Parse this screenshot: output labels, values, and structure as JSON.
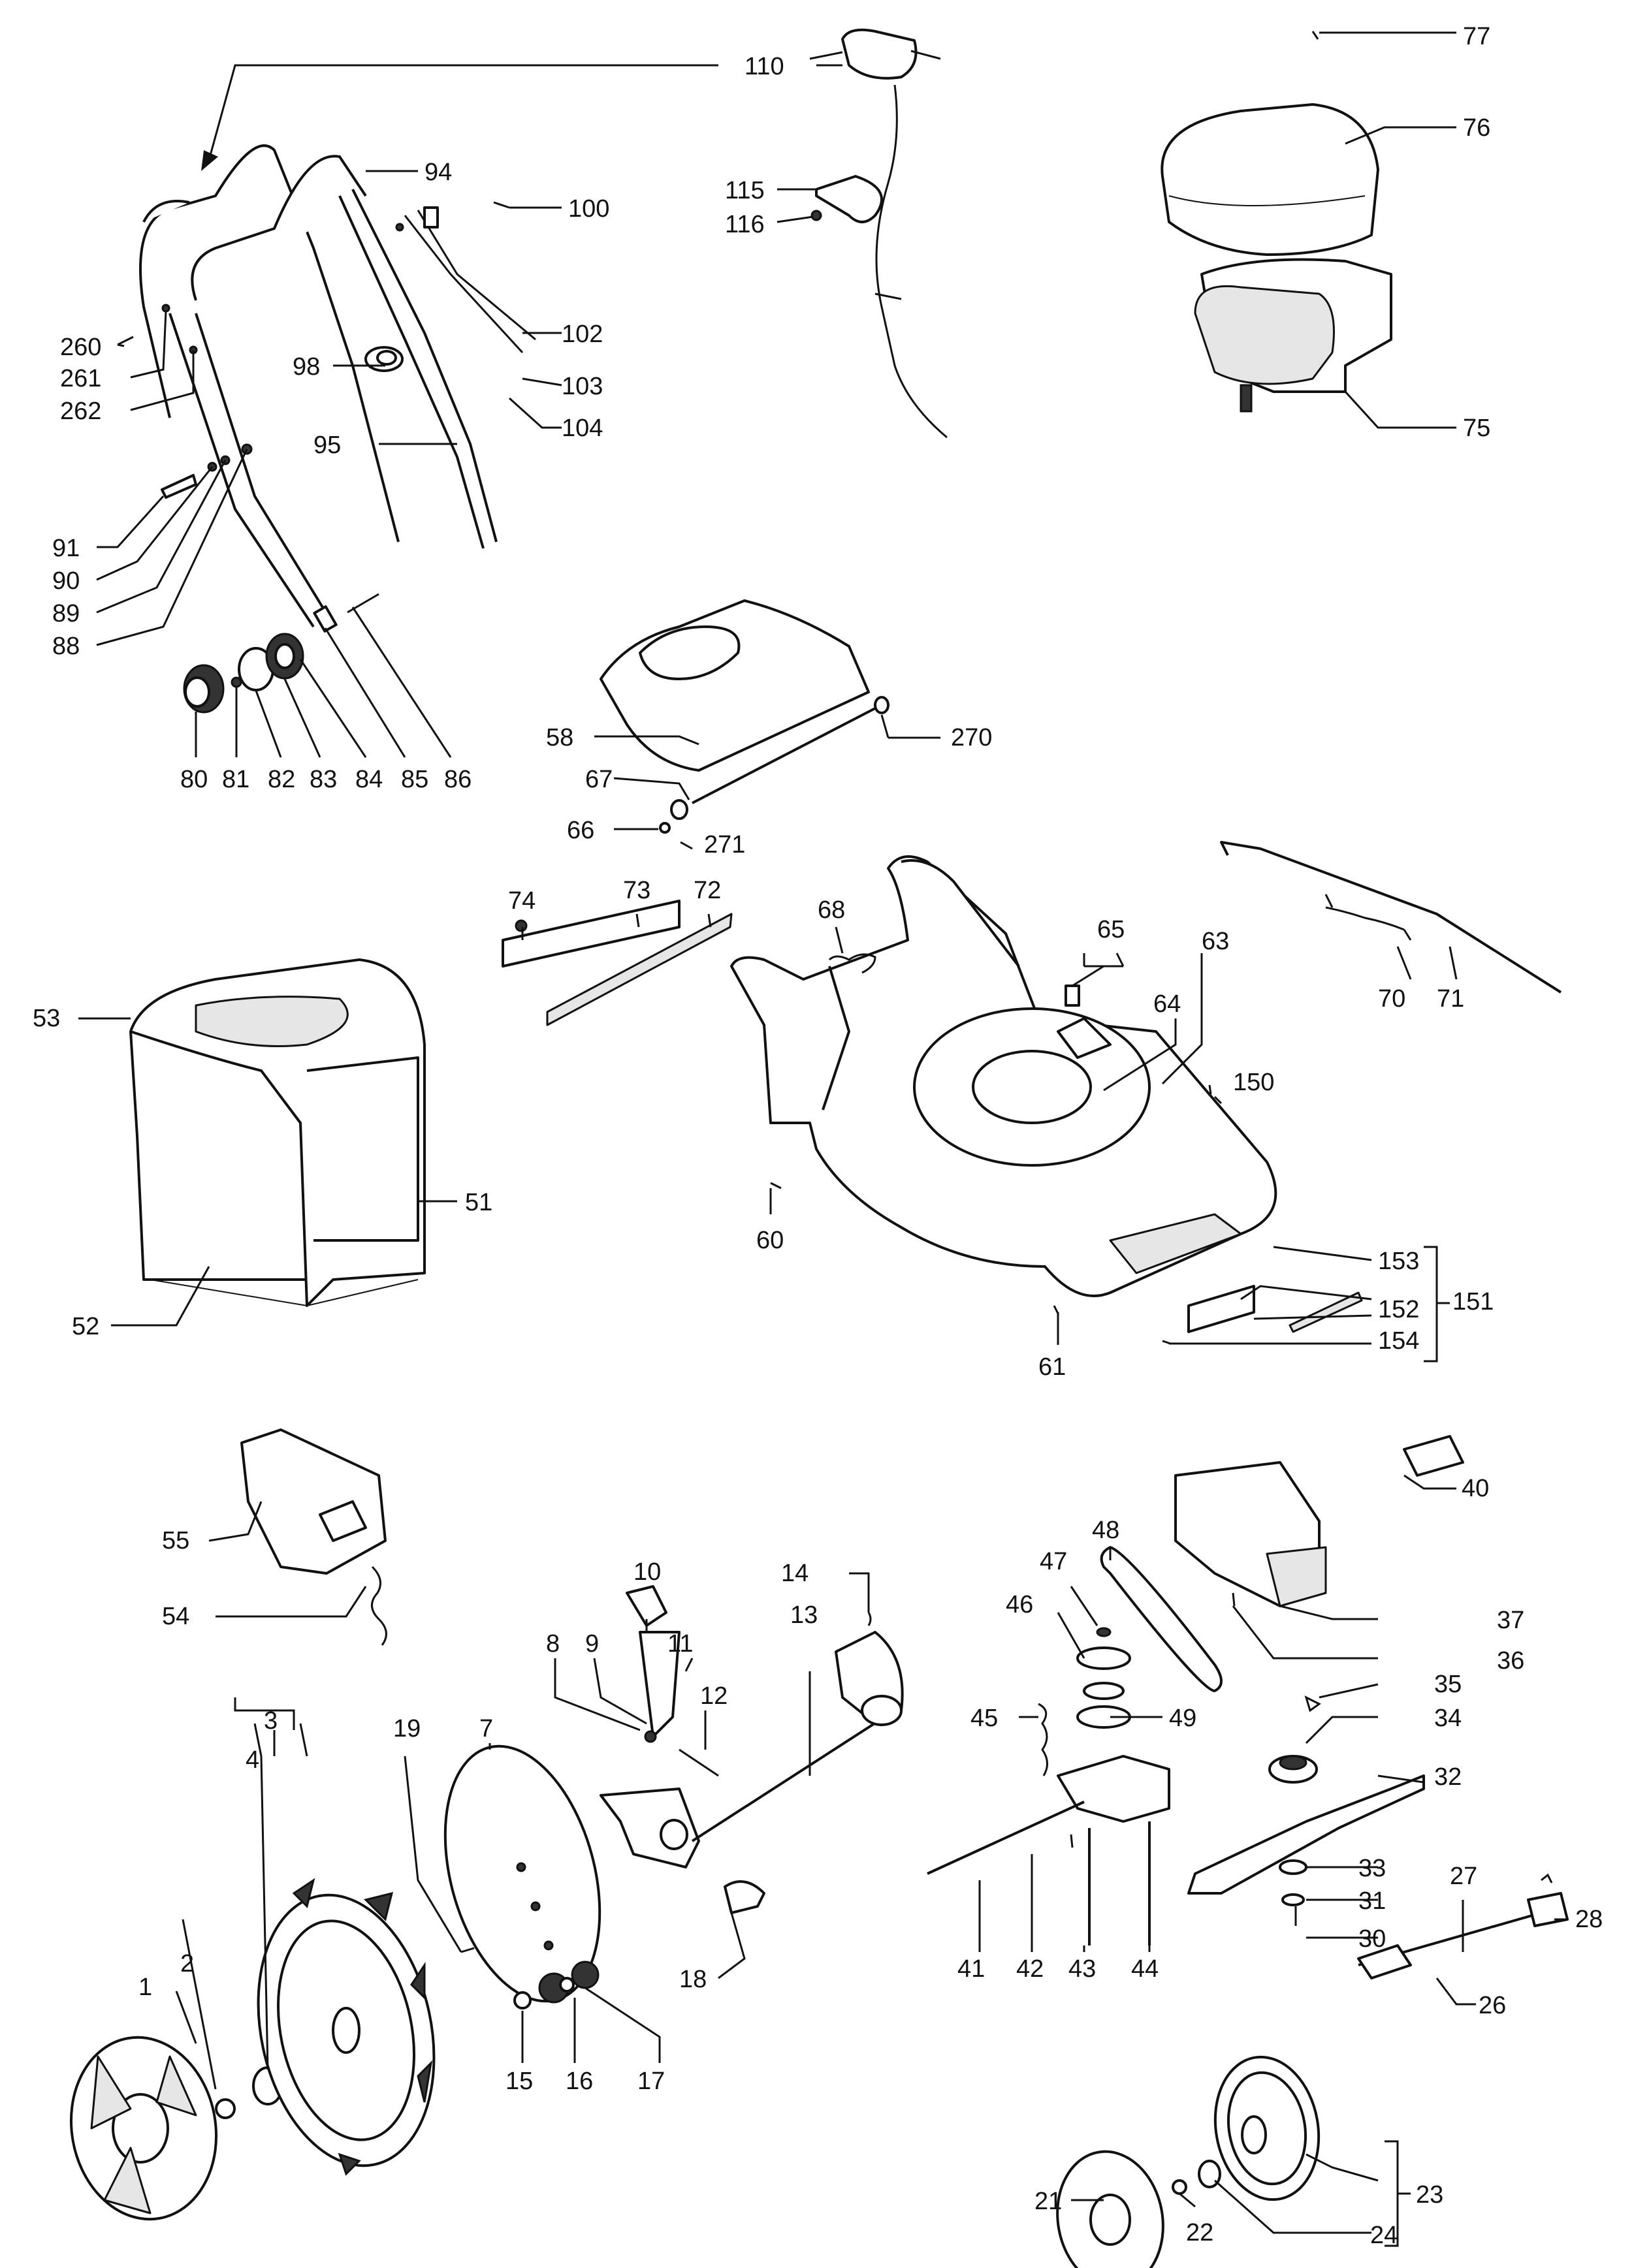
{
  "labels": {
    "l1": "1",
    "l2": "2",
    "l3": "3",
    "l4": "4",
    "l7": "7",
    "l8": "8",
    "l9": "9",
    "l10": "10",
    "l11": "11",
    "l12": "12",
    "l13": "13",
    "l14": "14",
    "l15": "15",
    "l16": "16",
    "l17": "17",
    "l18": "18",
    "l19": "19",
    "l21": "21",
    "l22": "22",
    "l23": "23",
    "l24": "24",
    "l26": "26",
    "l27": "27",
    "l28": "28",
    "l30": "30",
    "l31": "31",
    "l32": "32",
    "l33": "33",
    "l34": "34",
    "l35": "35",
    "l36": "36",
    "l37": "37",
    "l40": "40",
    "l41": "41",
    "l42": "42",
    "l43": "43",
    "l44": "44",
    "l45": "45",
    "l46": "46",
    "l47": "47",
    "l48": "48",
    "l49": "49",
    "l51": "51",
    "l52": "52",
    "l53": "53",
    "l54": "54",
    "l55": "55",
    "l58": "58",
    "l60": "60",
    "l61": "61",
    "l63": "63",
    "l64": "64",
    "l65": "65",
    "l66": "66",
    "l67": "67",
    "l68": "68",
    "l70": "70",
    "l71": "71",
    "l72": "72",
    "l73": "73",
    "l74": "74",
    "l75": "75",
    "l76": "76",
    "l77": "77",
    "l80": "80",
    "l81": "81",
    "l82": "82",
    "l83": "83",
    "l84": "84",
    "l85": "85",
    "l86": "86",
    "l88": "88",
    "l89": "89",
    "l90": "90",
    "l91": "91",
    "l94": "94",
    "l95": "95",
    "l98": "98",
    "l100": "100",
    "l102": "102",
    "l103": "103",
    "l104": "104",
    "l110": "110",
    "l115": "115",
    "l116": "116",
    "l150": "150",
    "l151": "151",
    "l152": "152",
    "l153": "153",
    "l154": "154",
    "l260": "260",
    "l261": "261",
    "l262": "262",
    "l270": "270",
    "l271": "271"
  }
}
